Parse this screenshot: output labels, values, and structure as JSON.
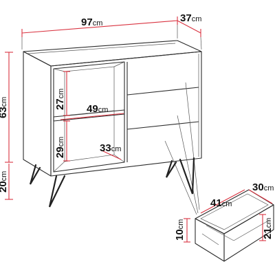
{
  "dimensions": {
    "width": {
      "value": "97",
      "unit": "cm"
    },
    "depth": {
      "value": "37",
      "unit": "cm"
    },
    "height": {
      "value": "63",
      "unit": "cm"
    },
    "leg_height": {
      "value": "20",
      "unit": "cm"
    },
    "shelf_height_top": {
      "value": "27",
      "unit": "cm"
    },
    "shelf_height_bottom": {
      "value": "29",
      "unit": "cm"
    },
    "shelf_width": {
      "value": "49",
      "unit": "cm"
    },
    "shelf_depth": {
      "value": "33",
      "unit": "cm"
    },
    "drawer_width": {
      "value": "41",
      "unit": "cm"
    },
    "drawer_depth": {
      "value": "30",
      "unit": "cm"
    },
    "drawer_height": {
      "value": "10",
      "unit": "cm"
    },
    "drawer_length": {
      "value": "21",
      "unit": "cm"
    }
  },
  "colors": {
    "dimension_line": "#d9323f",
    "outline": "#2b2b2b"
  }
}
